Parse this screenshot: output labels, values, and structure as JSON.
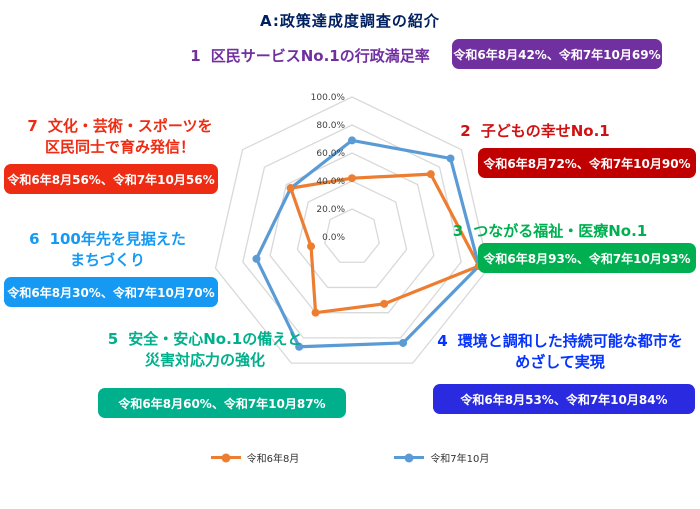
{
  "title": "A:政策達成度調査の紹介",
  "chart_data": {
    "type": "radar",
    "rmax": 100,
    "grid_on": true,
    "grid_color": "#D9D9D9",
    "legend_position": "bottom",
    "ticks": [
      "100.0%",
      "80.0%",
      "60.0%",
      "40.0%",
      "20.0%",
      "0.0%"
    ],
    "categories": [
      "区民サービスNo.1の行政満足率",
      "子どもの幸せNo.1",
      "つながる福祉・医療No.1",
      "環境と調和した持続可能な都市をめざして実現",
      "安全・安心No.1の備えと災害対応力の強化",
      "100年先を見据えたまちづくり",
      "文化・芸術・スポーツを区民同士で育み発信！"
    ],
    "series": [
      {
        "name": "令和6年8月",
        "color": "#ED7D31",
        "values": [
          42,
          72,
          93,
          53,
          60,
          30,
          56
        ]
      },
      {
        "name": "令和7年10月",
        "color": "#5B9BD5",
        "values": [
          69,
          90,
          93,
          84,
          87,
          70,
          56
        ]
      }
    ]
  },
  "items": [
    {
      "num": "1",
      "line1": "区民サービスNo.1の行政満足率",
      "line2": "",
      "color": "#7030A0",
      "box_color": "#7030A0",
      "box": "令和6年8月42%、令和7年10月69%"
    },
    {
      "num": "2",
      "line1": "子どもの幸せNo.1",
      "line2": "",
      "color": "#D01111",
      "box_color": "#C00000",
      "box": "令和6年8月72%、令和7年10月90%"
    },
    {
      "num": "3",
      "line1": "つながる福祉・医療No.1",
      "line2": "",
      "color": "#00B050",
      "box_color": "#00B050",
      "box": "令和6年8月93%、令和7年10月93%"
    },
    {
      "num": "4",
      "line1": "環境と調和した持続可能な都市を",
      "line2": "めざして実現",
      "color": "#0432FF",
      "box_color": "#2A2AE0",
      "box": "令和6年8月53%、令和7年10月84%"
    },
    {
      "num": "5",
      "line1": "安全・安心No.1の備えと",
      "line2": "災害対応力の強化",
      "color": "#00B08C",
      "box_color": "#00B08C",
      "box": "令和6年8月60%、令和7年10月87%"
    },
    {
      "num": "6",
      "line1": "100年先を見据えた",
      "line2": "まちづくり",
      "color": "#1599F2",
      "box_color": "#1599F2",
      "box": "令和6年8月30%、令和7年10月70%"
    },
    {
      "num": "7",
      "line1": "文化・芸術・スポーツを",
      "line2": "区民同士で育み発信！",
      "color": "#EE2C13",
      "box_color": "#EE2C13",
      "box": "令和6年8月56%、令和7年10月56%"
    }
  ]
}
